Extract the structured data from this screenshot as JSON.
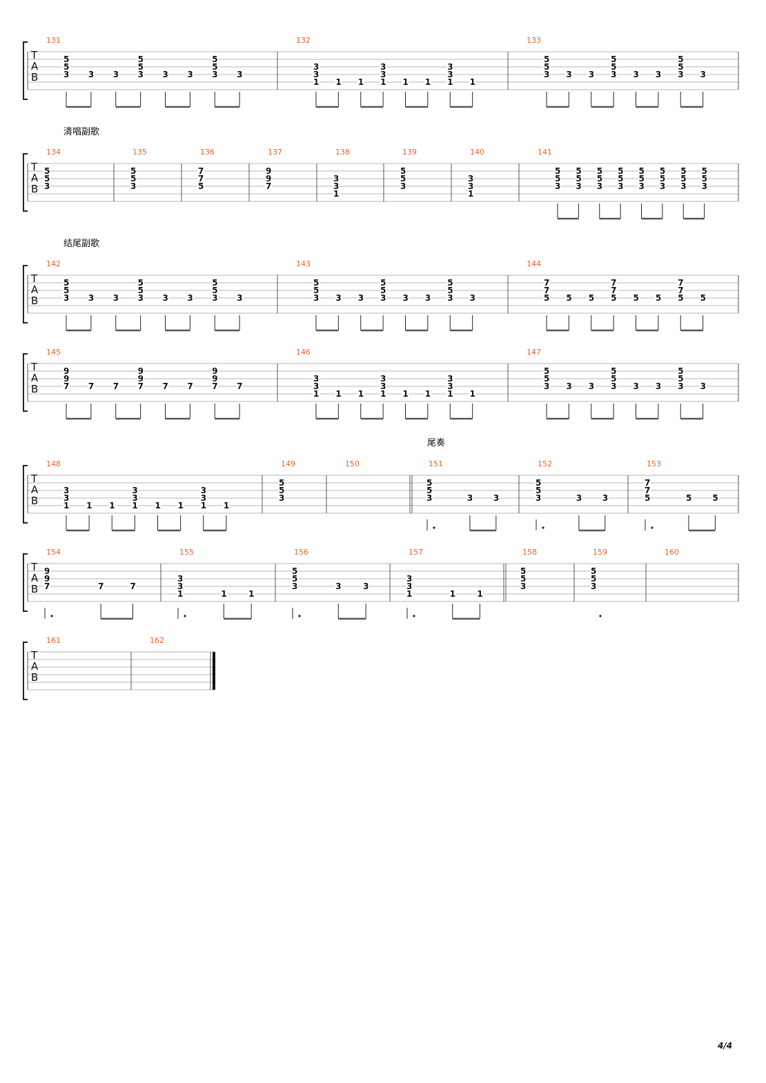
{
  "page": {
    "number": "4/4"
  },
  "tab_clef": [
    "T",
    "A",
    "B"
  ],
  "systems": [
    {
      "measures": [
        {
          "num": "131",
          "beats": [
            [
              "5",
              "5",
              "3"
            ],
            [
              "3"
            ],
            [
              "3"
            ],
            [
              "5",
              "5",
              "3"
            ],
            [
              "3"
            ],
            [
              "3"
            ],
            [
              "5",
              "5",
              "3"
            ],
            [
              "3"
            ]
          ],
          "rhythm": "e8"
        },
        {
          "num": "132",
          "beats": [
            [
              "3",
              "3",
              "1"
            ],
            [
              "1"
            ],
            [
              "1"
            ],
            [
              "3",
              "3",
              "1"
            ],
            [
              "1"
            ],
            [
              "1"
            ],
            [
              "3",
              "3",
              "1"
            ],
            [
              "1"
            ]
          ],
          "rhythm": "e8"
        },
        {
          "num": "133",
          "beats": [
            [
              "5",
              "5",
              "3"
            ],
            [
              "3"
            ],
            [
              "3"
            ],
            [
              "5",
              "5",
              "3"
            ],
            [
              "3"
            ],
            [
              "3"
            ],
            [
              "5",
              "5",
              "3"
            ],
            [
              "3"
            ]
          ],
          "rhythm": "e8"
        }
      ]
    },
    {
      "section": "清唱副歌",
      "measures": [
        {
          "num": "134",
          "beats": [
            [
              "5",
              "5",
              "3"
            ]
          ],
          "rhythm": "whole"
        },
        {
          "num": "135",
          "beats": [
            [
              "5",
              "5",
              "3"
            ]
          ],
          "rhythm": "whole"
        },
        {
          "num": "136",
          "beats": [
            [
              "7",
              "7",
              "5"
            ]
          ],
          "rhythm": "whole"
        },
        {
          "num": "137",
          "beats": [
            [
              "9",
              "9",
              "7"
            ]
          ],
          "rhythm": "whole"
        },
        {
          "num": "138",
          "beats": [
            [
              "3",
              "3",
              "1"
            ]
          ],
          "rhythm": "whole"
        },
        {
          "num": "139",
          "beats": [
            [
              "5",
              "5",
              "3"
            ]
          ],
          "rhythm": "whole"
        },
        {
          "num": "140",
          "beats": [
            [
              "3",
              "3",
              "1"
            ]
          ],
          "rhythm": "whole"
        },
        {
          "num": "141",
          "beats": [
            [
              "5",
              "5",
              "3"
            ],
            [
              "5",
              "5",
              "3"
            ],
            [
              "5",
              "5",
              "3"
            ],
            [
              "5",
              "5",
              "3"
            ],
            [
              "5",
              "5",
              "3"
            ],
            [
              "5",
              "5",
              "3"
            ],
            [
              "5",
              "5",
              "3"
            ],
            [
              "5",
              "5",
              "3"
            ]
          ],
          "rhythm": "e8"
        }
      ]
    },
    {
      "section": "结尾副歌",
      "measures": [
        {
          "num": "142",
          "beats": [
            [
              "5",
              "5",
              "3"
            ],
            [
              "3"
            ],
            [
              "3"
            ],
            [
              "5",
              "5",
              "3"
            ],
            [
              "3"
            ],
            [
              "3"
            ],
            [
              "5",
              "5",
              "3"
            ],
            [
              "3"
            ]
          ],
          "rhythm": "e8"
        },
        {
          "num": "143",
          "beats": [
            [
              "5",
              "5",
              "3"
            ],
            [
              "3"
            ],
            [
              "3"
            ],
            [
              "5",
              "5",
              "3"
            ],
            [
              "3"
            ],
            [
              "3"
            ],
            [
              "5",
              "5",
              "3"
            ],
            [
              "3"
            ]
          ],
          "rhythm": "e8"
        },
        {
          "num": "144",
          "beats": [
            [
              "7",
              "7",
              "5"
            ],
            [
              "5"
            ],
            [
              "5"
            ],
            [
              "7",
              "7",
              "5"
            ],
            [
              "5"
            ],
            [
              "5"
            ],
            [
              "7",
              "7",
              "5"
            ],
            [
              "5"
            ]
          ],
          "rhythm": "e8"
        }
      ]
    },
    {
      "measures": [
        {
          "num": "145",
          "beats": [
            [
              "9",
              "9",
              "7"
            ],
            [
              "7"
            ],
            [
              "7"
            ],
            [
              "9",
              "9",
              "7"
            ],
            [
              "7"
            ],
            [
              "7"
            ],
            [
              "9",
              "9",
              "7"
            ],
            [
              "7"
            ]
          ],
          "rhythm": "e8"
        },
        {
          "num": "146",
          "beats": [
            [
              "3",
              "3",
              "1"
            ],
            [
              "1"
            ],
            [
              "1"
            ],
            [
              "3",
              "3",
              "1"
            ],
            [
              "1"
            ],
            [
              "1"
            ],
            [
              "3",
              "3",
              "1"
            ],
            [
              "1"
            ]
          ],
          "rhythm": "e8"
        },
        {
          "num": "147",
          "beats": [
            [
              "5",
              "5",
              "3"
            ],
            [
              "3"
            ],
            [
              "3"
            ],
            [
              "5",
              "5",
              "3"
            ],
            [
              "3"
            ],
            [
              "3"
            ],
            [
              "5",
              "5",
              "3"
            ],
            [
              "3"
            ]
          ],
          "rhythm": "e8"
        }
      ]
    },
    {
      "measures": [
        {
          "num": "148",
          "beats": [
            [
              "3",
              "3",
              "1"
            ],
            [
              "1"
            ],
            [
              "1"
            ],
            [
              "3",
              "3",
              "1"
            ],
            [
              "1"
            ],
            [
              "1"
            ],
            [
              "3",
              "3",
              "1"
            ],
            [
              "1"
            ]
          ],
          "rhythm": "e8"
        },
        {
          "num": "149",
          "beats": [
            [
              "5",
              "5",
              "3"
            ]
          ],
          "rhythm": "whole"
        },
        {
          "num": "150",
          "beats": [],
          "rhythm": "rest",
          "double_bar_end": true
        },
        {
          "num": "151",
          "section": "尾奏",
          "beats": [
            [
              "5",
              "5",
              "3"
            ],
            [
              "3"
            ],
            [
              "3"
            ]
          ],
          "rhythm": "q.ee"
        },
        {
          "num": "152",
          "beats": [
            [
              "5",
              "5",
              "3"
            ],
            [
              "3"
            ],
            [
              "3"
            ]
          ],
          "rhythm": "q.ee"
        },
        {
          "num": "153",
          "beats": [
            [
              "7",
              "7",
              "5"
            ],
            [
              "5"
            ],
            [
              "5"
            ]
          ],
          "rhythm": "q.ee"
        }
      ]
    },
    {
      "measures": [
        {
          "num": "154",
          "beats": [
            [
              "9",
              "9",
              "7"
            ],
            [
              "7"
            ],
            [
              "7"
            ]
          ],
          "rhythm": "q.ee"
        },
        {
          "num": "155",
          "beats": [
            [
              "3",
              "3",
              "1"
            ],
            [
              "1"
            ],
            [
              "1"
            ]
          ],
          "rhythm": "q.ee"
        },
        {
          "num": "156",
          "beats": [
            [
              "5",
              "5",
              "3"
            ],
            [
              "3"
            ],
            [
              "3"
            ]
          ],
          "rhythm": "q.ee"
        },
        {
          "num": "157",
          "beats": [
            [
              "3",
              "3",
              "1"
            ],
            [
              "1"
            ],
            [
              "1"
            ]
          ],
          "rhythm": "q.ee",
          "double_bar_end": true
        },
        {
          "num": "158",
          "beats": [
            [
              "5",
              "5",
              "3"
            ]
          ],
          "rhythm": "whole"
        },
        {
          "num": "159",
          "beats": [
            [
              "5",
              "5",
              "3"
            ]
          ],
          "rhythm": "dotted-whole"
        },
        {
          "num": "160",
          "beats": [],
          "rhythm": "rest"
        }
      ]
    },
    {
      "measures": [
        {
          "num": "161",
          "beats": [],
          "rhythm": "rest"
        },
        {
          "num": "162",
          "beats": [],
          "rhythm": "rest",
          "final_bar": true
        }
      ]
    }
  ]
}
